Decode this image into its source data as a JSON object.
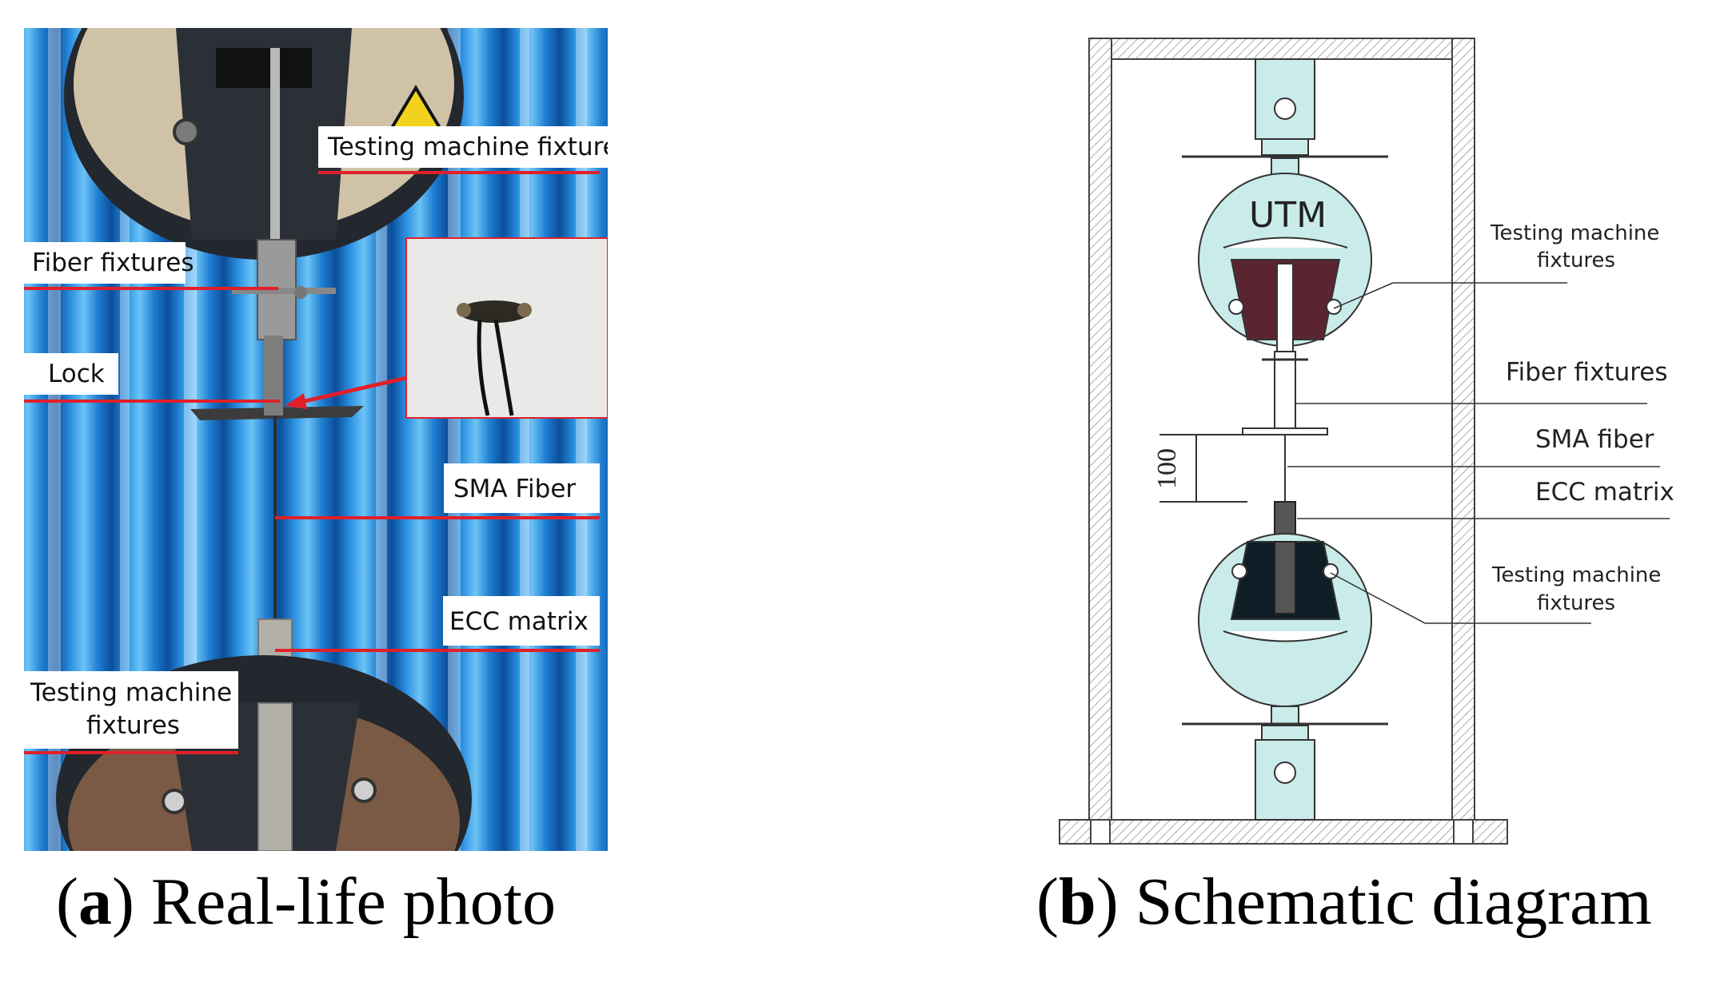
{
  "photo": {
    "labels": {
      "testing_fixtures_top": "Testing machine fixtures",
      "fiber_fixtures": "Fiber fixtures",
      "lock": "Lock",
      "sma_fiber": "SMA Fiber",
      "ecc_matrix": "ECC matrix",
      "testing_fixtures_bottom_line1": "Testing machine",
      "testing_fixtures_bottom_line2": "fixtures"
    }
  },
  "schematic": {
    "utm_text": "UTM",
    "dimension": "100",
    "labels": {
      "testing_fixtures_top_line1": "Testing machine",
      "testing_fixtures_top_line2": "fixtures",
      "fiber_fixtures": "Fiber fixtures",
      "sma_fiber": "SMA fiber",
      "ecc_matrix": "ECC matrix",
      "testing_fixtures_bottom_line1": "Testing machine",
      "testing_fixtures_bottom_line2": "fixtures"
    }
  },
  "captions": {
    "a_letter": "a",
    "a_text": "Real-life photo",
    "b_letter": "b",
    "b_text": "Schematic diagram"
  },
  "colors": {
    "fixture_teal": "#c9ecea",
    "grip_maroon": "#5a2530",
    "grip_dark": "#0f1e26",
    "background_blue": "#1a78c8",
    "label_line_red": "#e0202a"
  }
}
